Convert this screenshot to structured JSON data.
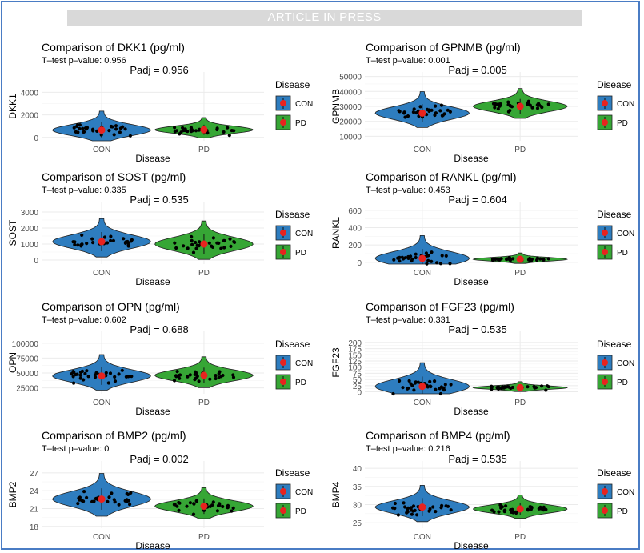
{
  "banner": "ARTICLE IN PRESS",
  "colors": {
    "con": "#2e7dbf",
    "pd": "#36a635",
    "mean": "#e8231f",
    "point": "#000000"
  },
  "chart_data": [
    {
      "type": "violin",
      "title": "Comparison of DKK1 (pg/ml)",
      "subtitle": "T–test p–value: 0.956",
      "padj": "Padj = 0.956",
      "ylabel": "DKK1",
      "xlabel": "Disease",
      "categories": [
        "CON",
        "PD"
      ],
      "ylim": [
        -300,
        5800
      ],
      "yticks": [
        0,
        2000,
        4000
      ],
      "legend": {
        "title": "Disease",
        "items": [
          "CON",
          "PD"
        ]
      },
      "means": [
        650,
        680
      ],
      "sds": [
        700,
        450
      ]
    },
    {
      "type": "violin",
      "title": "Comparison of GPNMB (pg/ml)",
      "subtitle": "T–test p–value: 0.001",
      "padj": "Padj = 0.005",
      "ylabel": "GPNMB",
      "xlabel": "Disease",
      "categories": [
        "CON",
        "PD"
      ],
      "ylim": [
        7000,
        53000
      ],
      "yticks": [
        10000,
        20000,
        30000,
        40000,
        50000
      ],
      "legend": {
        "title": "Disease",
        "items": [
          "CON",
          "PD"
        ]
      },
      "means": [
        25500,
        30000
      ],
      "sds": [
        6000,
        5000
      ]
    },
    {
      "type": "violin",
      "title": "Comparison of SOST (pg/ml)",
      "subtitle": "T–test p–value: 0.335",
      "padj": "Padj = 0.535",
      "ylabel": "SOST",
      "xlabel": "Disease",
      "categories": [
        "CON",
        "PD"
      ],
      "ylim": [
        -250,
        3650
      ],
      "yticks": [
        0,
        1000,
        2000,
        3000
      ],
      "legend": {
        "title": "Disease",
        "items": [
          "CON",
          "PD"
        ]
      },
      "means": [
        1150,
        1000
      ],
      "sds": [
        600,
        600
      ]
    },
    {
      "type": "violin",
      "title": "Comparison of RANKL (pg/ml)",
      "subtitle": "T–test p–value: 0.453",
      "padj": "Padj = 0.604",
      "ylabel": "RANKL",
      "xlabel": "Disease",
      "categories": [
        "CON",
        "PD"
      ],
      "ylim": [
        -20,
        700
      ],
      "yticks": [
        0,
        200,
        400,
        600
      ],
      "legend": {
        "title": "Disease",
        "items": [
          "CON",
          "PD"
        ]
      },
      "means": [
        45,
        35
      ],
      "sds": [
        110,
        30
      ]
    },
    {
      "type": "violin",
      "title": "Comparison of OPN (pg/ml)",
      "subtitle": "T–test p–value: 0.602",
      "padj": "Padj = 0.688",
      "ylabel": "OPN",
      "xlabel": "Disease",
      "categories": [
        "CON",
        "PD"
      ],
      "ylim": [
        15000,
        120000
      ],
      "yticks": [
        25000,
        50000,
        75000,
        100000
      ],
      "legend": {
        "title": "Disease",
        "items": [
          "CON",
          "PD"
        ]
      },
      "means": [
        45000,
        46000
      ],
      "sds": [
        15000,
        13000
      ]
    },
    {
      "type": "violin",
      "title": "Comparison of FGF23 (pg/ml)",
      "subtitle": "T–test p–value: 0.331",
      "padj": "Padj = 0.535",
      "ylabel": "FGF23",
      "xlabel": "Disease",
      "categories": [
        "CON",
        "PD"
      ],
      "ylim": [
        -8,
        245
      ],
      "yticks": [
        0,
        25,
        50,
        75,
        100,
        125,
        150,
        175,
        200
      ],
      "legend": {
        "title": "Disease",
        "items": [
          "CON",
          "PD"
        ]
      },
      "means": [
        22,
        17
      ],
      "sds": [
        40,
        10
      ]
    },
    {
      "type": "violin",
      "title": "Comparison of BMP2 (pg/ml)",
      "subtitle": "T–test p–value: 0",
      "padj": "Padj = 0.002",
      "ylabel": "BMP2",
      "xlabel": "Disease",
      "categories": [
        "CON",
        "PD"
      ],
      "ylim": [
        17.7,
        29
      ],
      "yticks": [
        18,
        21,
        24,
        27
      ],
      "legend": {
        "title": "Disease",
        "items": [
          "CON",
          "PD"
        ]
      },
      "means": [
        22.6,
        21.4
      ],
      "sds": [
        1.8,
        1.3
      ]
    },
    {
      "type": "violin",
      "title": "Comparison of BMP4 (pg/ml)",
      "subtitle": "T–test p–value: 0.216",
      "padj": "Padj = 0.535",
      "ylabel": "BMP4",
      "xlabel": "Disease",
      "categories": [
        "CON",
        "PD"
      ],
      "ylim": [
        23.5,
        42
      ],
      "yticks": [
        25,
        30,
        35,
        40
      ],
      "legend": {
        "title": "Disease",
        "items": [
          "CON",
          "PD"
        ]
      },
      "means": [
        29.3,
        28.8
      ],
      "sds": [
        2.5,
        1.6
      ]
    }
  ]
}
